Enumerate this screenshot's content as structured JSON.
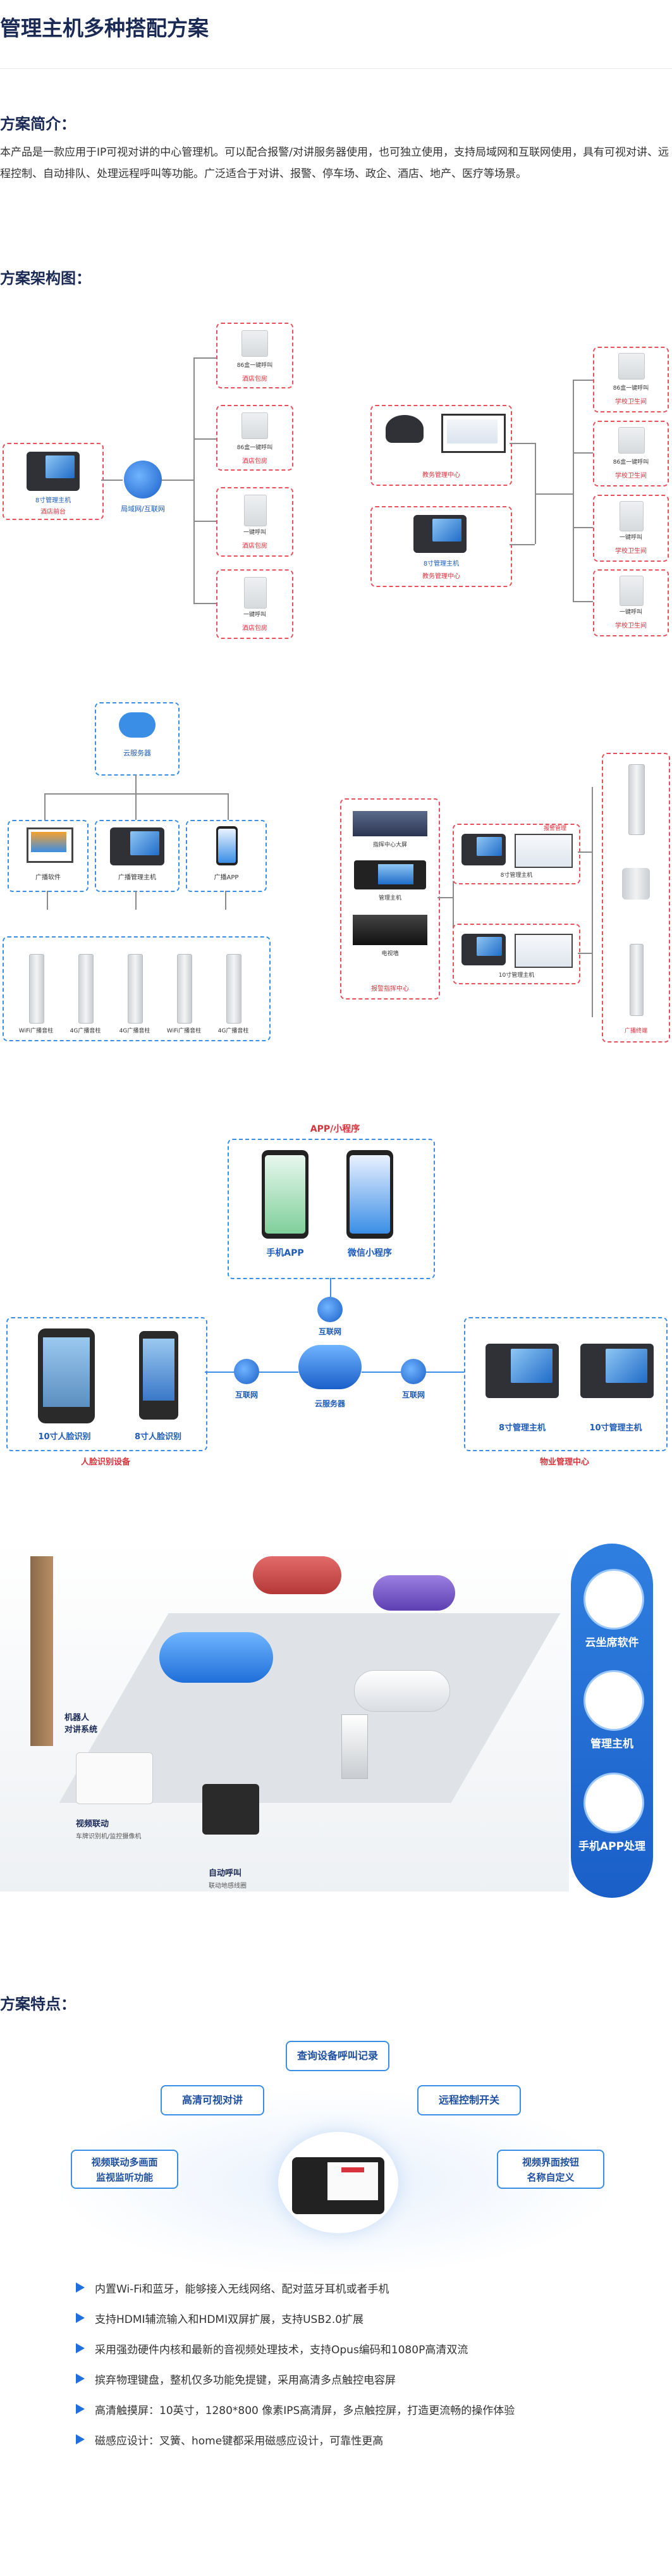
{
  "page": {
    "title": "管理主机多种搭配方案"
  },
  "intro": {
    "heading": "方案简介：",
    "body": "本产品是一款应用于IP可视对讲的中心管理机。可以配合报警/对讲服务器使用，也可独立使用，支持局域网和互联网使用，具有可视对讲、远程控制、自动排队、处理远程呼叫等功能。广泛适合于对讲、报警、停车场、政企、酒店、地产、医疗等场景。"
  },
  "architecture": {
    "heading": "方案架构图："
  },
  "hotel_diagram": {
    "host_label": "8寸管理主机",
    "host_caption": "酒店前台",
    "network_label": "局域网/互联网",
    "room_devices": [
      {
        "name": "86盒一键呼叫",
        "caption": "酒店包房"
      },
      {
        "name": "86盒一键呼叫",
        "caption": "酒店包房"
      },
      {
        "name": "一键呼叫",
        "caption": "酒店包房"
      },
      {
        "name": "一键呼叫",
        "caption": "酒店包房"
      }
    ]
  },
  "school_diagram": {
    "center_a_caption": "教务管理中心",
    "center_b_caption": "教务管理中心",
    "host_label": "8寸管理主机",
    "devices": [
      {
        "name": "86盒一键呼叫",
        "caption": "学校卫生间"
      },
      {
        "name": "86盒一键呼叫",
        "caption": "学校卫生间"
      },
      {
        "name": "一键呼叫",
        "caption": "学校卫生间"
      },
      {
        "name": "一键呼叫",
        "caption": "学校卫生间"
      }
    ]
  },
  "cloud_broadcast": {
    "cloud_label": "云服务器",
    "clients": [
      "广播软件",
      "广播管理主机",
      "广播APP"
    ],
    "speakers": [
      "WiFi广播音柱",
      "4G广播音柱",
      "4G广播音柱",
      "WiFi广播音柱",
      "4G广播音柱"
    ]
  },
  "alarm_center": {
    "left_caption": "报警指挥中心",
    "items": [
      "指挥中心大屏",
      "管理主机",
      "电视墙"
    ],
    "group_label": "报警管理",
    "hosts": [
      "8寸管理主机",
      "10寸管理主机"
    ],
    "speakers_caption": "广播终端"
  },
  "app_diagram": {
    "app_title": "APP/小程序",
    "apps": [
      "手机APP",
      "微信小程序"
    ],
    "internet": "互联网",
    "cloud": "云服务器",
    "face_devices": [
      "10寸人脸识别",
      "8寸人脸识别"
    ],
    "face_caption": "人脸识别设备",
    "hosts": [
      "8寸管理主机",
      "10寸管理主机"
    ],
    "hosts_caption": "物业管理中心"
  },
  "parking": {
    "robot_label": "机器人\n对讲系统",
    "camera_label": "视频联动",
    "camera_sub": "车牌识别机/监控摄像机",
    "alarm_label": "自动呼叫",
    "alarm_sub": "联动地感线圈",
    "side": [
      "云坐席软件",
      "管理主机",
      "手机APP处理"
    ]
  },
  "features": {
    "heading": "方案特点：",
    "pills": [
      "查询设备呼叫记录",
      "高清可视对讲",
      "远程控制开关",
      "视频联动多画面\n监视监听功能",
      "视频界面按钮\n名称自定义"
    ],
    "list": [
      "内置Wi-Fi和蓝牙，能够接入无线网络、配对蓝牙耳机或者手机",
      "支持HDMI辅流输入和HDMI双屏扩展，支持USB2.0扩展",
      "采用强劲硬件内核和最新的音视频处理技术，支持Opus编码和1080P高清双流",
      "摈弃物理键盘，整机仅多功能免提键，采用高清多点触控电容屏",
      "高清触摸屏：10英寸，1280*800 像素IPS高清屏，多点触控屏，打造更流畅的操作体验",
      "磁感应设计：叉簧、home键都采用磁感应设计，可靠性更高"
    ]
  },
  "colors": {
    "accent": "#1e6fd9",
    "red": "#e8505b",
    "title": "#1a2a55"
  }
}
